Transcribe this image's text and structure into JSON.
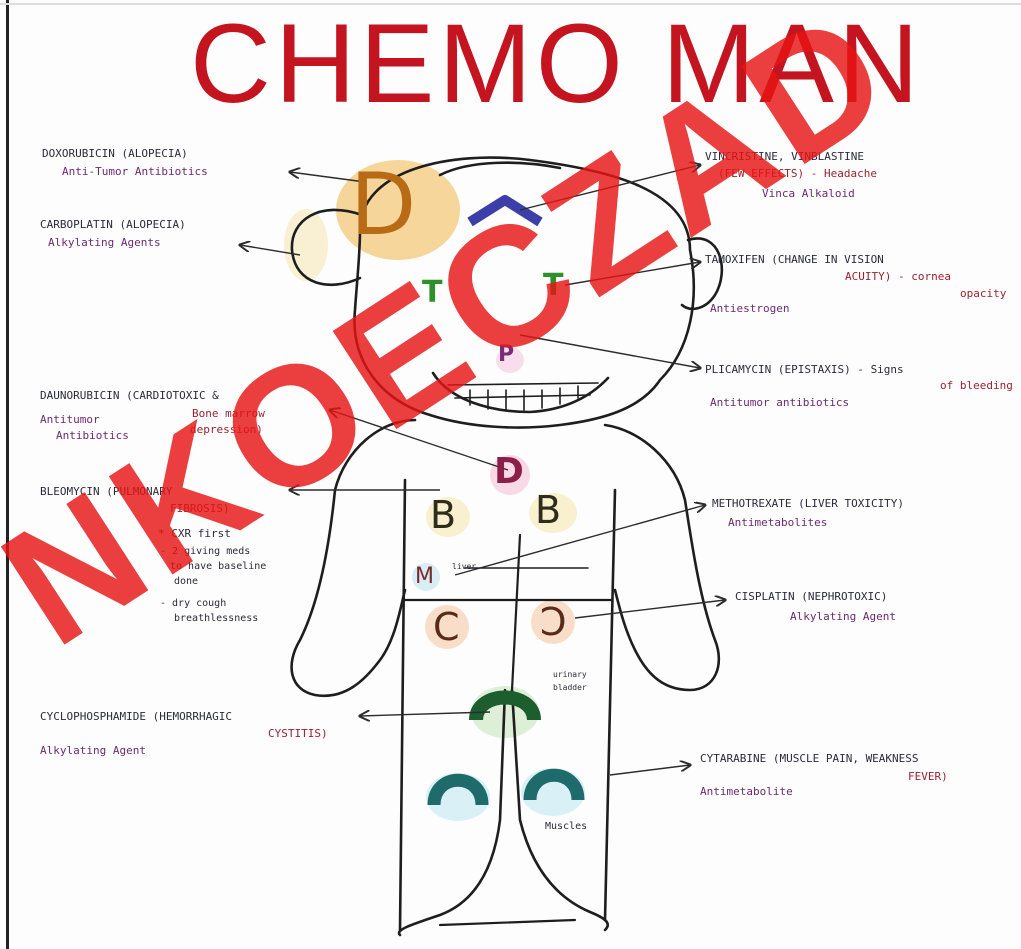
{
  "title": "CHEMO MAN",
  "watermark": "NKOECZAD",
  "body_letters": {
    "forehead": "D",
    "eye_left": "T",
    "eye_right": "T",
    "nose": "P",
    "chest_top": "D",
    "chest_left": "B",
    "chest_right": "B",
    "abdomen_m": "M",
    "abdomen_c_left": "C",
    "abdomen_c_right": "C"
  },
  "annotations": {
    "doxorubicin_line1": "DOXORUBICIN (ALOPECIA)",
    "doxorubicin_line2": "Anti-Tumor Antibiotics",
    "carboplatin_line1": "CARBOPLATIN (ALOPECIA)",
    "carboplatin_line2": "Alkylating Agents",
    "vincristine_line1": "VINCRISTINE, VINBLASTINE",
    "vincristine_line2": "(FEW EFFECTS) - Headache",
    "vincristine_line3": "Vinca Alkaloid",
    "tamoxifen_line1": "TAMOXIFEN (CHANGE IN VISION",
    "tamoxifen_line2": "ACUITY) - cornea",
    "tamoxifen_line3": "opacity",
    "tamoxifen_line4": "Antiestrogen",
    "plicamycin_line1": "PLICAMYCIN (EPISTAXIS) - Signs",
    "plicamycin_line2": "of bleeding",
    "plicamycin_line3": "Antitumor antibiotics",
    "daunorubicin_line1": "DAUNORUBICIN (CARDIOTOXIC &",
    "daunorubicin_line2": "Bone marrow",
    "daunorubicin_line3": "depression)",
    "daunorubicin_line4": "Antitumor",
    "daunorubicin_line5": "Antibiotics",
    "bleomycin_line1": "BLEOMYCIN (PULMONARY",
    "bleomycin_line2": "FIBROSIS)",
    "bleomycin_note1": "* CXR first",
    "bleomycin_note2": "- 2 giving meds",
    "bleomycin_note3": "to have baseline",
    "bleomycin_note4": "done",
    "bleomycin_note5": "- dry cough",
    "bleomycin_note6": "breathlessness",
    "methotrexate_line1": "METHOTREXATE (LIVER TOXICITY)",
    "methotrexate_line2": "Antimetabolites",
    "cisplatin_line1": "CISPLATIN (NEPHROTOXIC)",
    "cisplatin_line2": "Alkylating Agent",
    "cyclophosphamide_line1": "CYCLOPHOSPHAMIDE (HEMORRHAGIC",
    "cyclophosphamide_line2": "CYSTITIS)",
    "cyclophosphamide_line3": "Alkylating Agent",
    "cytarabine_line1": "CYTARABINE (MUSCLE PAIN, WEAKNESS",
    "cytarabine_line2": "FEVER)",
    "cytarabine_line3": "Antimetabolite",
    "liver_label": "liver",
    "bladder_label": "urinary bladder",
    "muscles_label": "Muscles"
  },
  "colors": {
    "title": "#c3141f",
    "watermark": "#e71414",
    "drug_name": "#2b2b3a",
    "drug_class": "#6a2b6e"
  }
}
